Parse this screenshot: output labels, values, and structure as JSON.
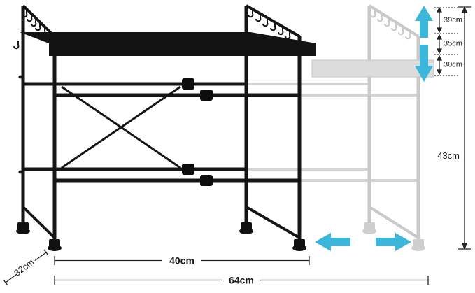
{
  "diagram": {
    "subject": "extendable storage rack with hanging hooks, solid at minimum extension and ghosted at full extension",
    "colors": {
      "accent": "#3ab7db",
      "frame": "#151515",
      "ghost": "#c9c9c9"
    },
    "dimensions": {
      "tier_top": "39cm",
      "tier_middle": "35cm",
      "tier_bottom": "30cm",
      "total_height": "43cm",
      "base_width": "40cm",
      "depth": "32cm",
      "extended_width": "64cm"
    },
    "icons": {
      "raise": "up-arrow",
      "lower": "down-arrow",
      "extend_left": "left-arrow",
      "extend_right": "right-arrow"
    }
  }
}
